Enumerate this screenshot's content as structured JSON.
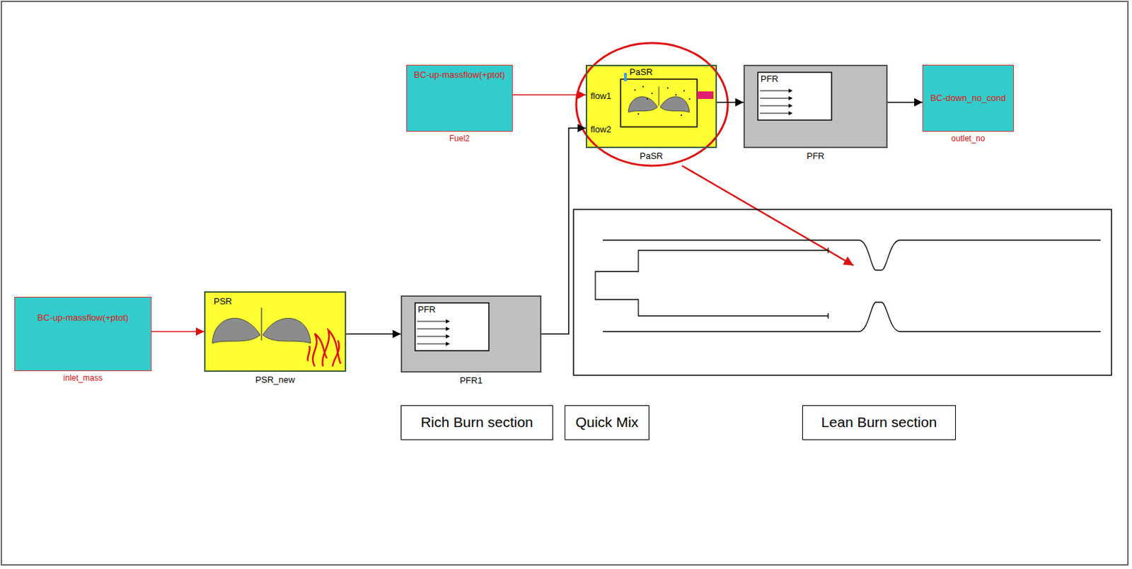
{
  "diagram": {
    "nodes": [
      {
        "text": [
          "BC-up-massflow(+ptot)",
          "Fuel2"
        ]
      },
      {
        "text": [
          "flow1",
          "flow2",
          "PaSR",
          "PaSR"
        ]
      },
      {
        "text": [
          "PFR",
          "PFR"
        ]
      },
      {
        "text": [
          "BC-down_no_cond",
          "outlet_no"
        ]
      },
      {
        "text": [
          "BC-up-massflow(+ptot)",
          "inlet_mass"
        ]
      },
      {
        "text": [
          "PSR",
          "PSR_new"
        ]
      },
      {
        "text": [
          "PFR",
          "PFR1"
        ]
      },
      {
        "text": [
          "Rich Burn section"
        ]
      },
      {
        "text": [
          "Quick Mix"
        ]
      },
      {
        "text": [
          "Lean Burn section"
        ]
      }
    ],
    "edges": [
      {
        "from": 0,
        "to": 1,
        "arrow": "to"
      },
      {
        "from": 6,
        "to": 1,
        "arrow": "to"
      },
      {
        "from": 1,
        "to": 2,
        "arrow": "to"
      },
      {
        "from": 2,
        "to": 3,
        "arrow": "to"
      },
      {
        "from": 4,
        "to": 5,
        "arrow": "to"
      },
      {
        "from": 5,
        "to": 6,
        "arrow": "to"
      }
    ]
  }
}
